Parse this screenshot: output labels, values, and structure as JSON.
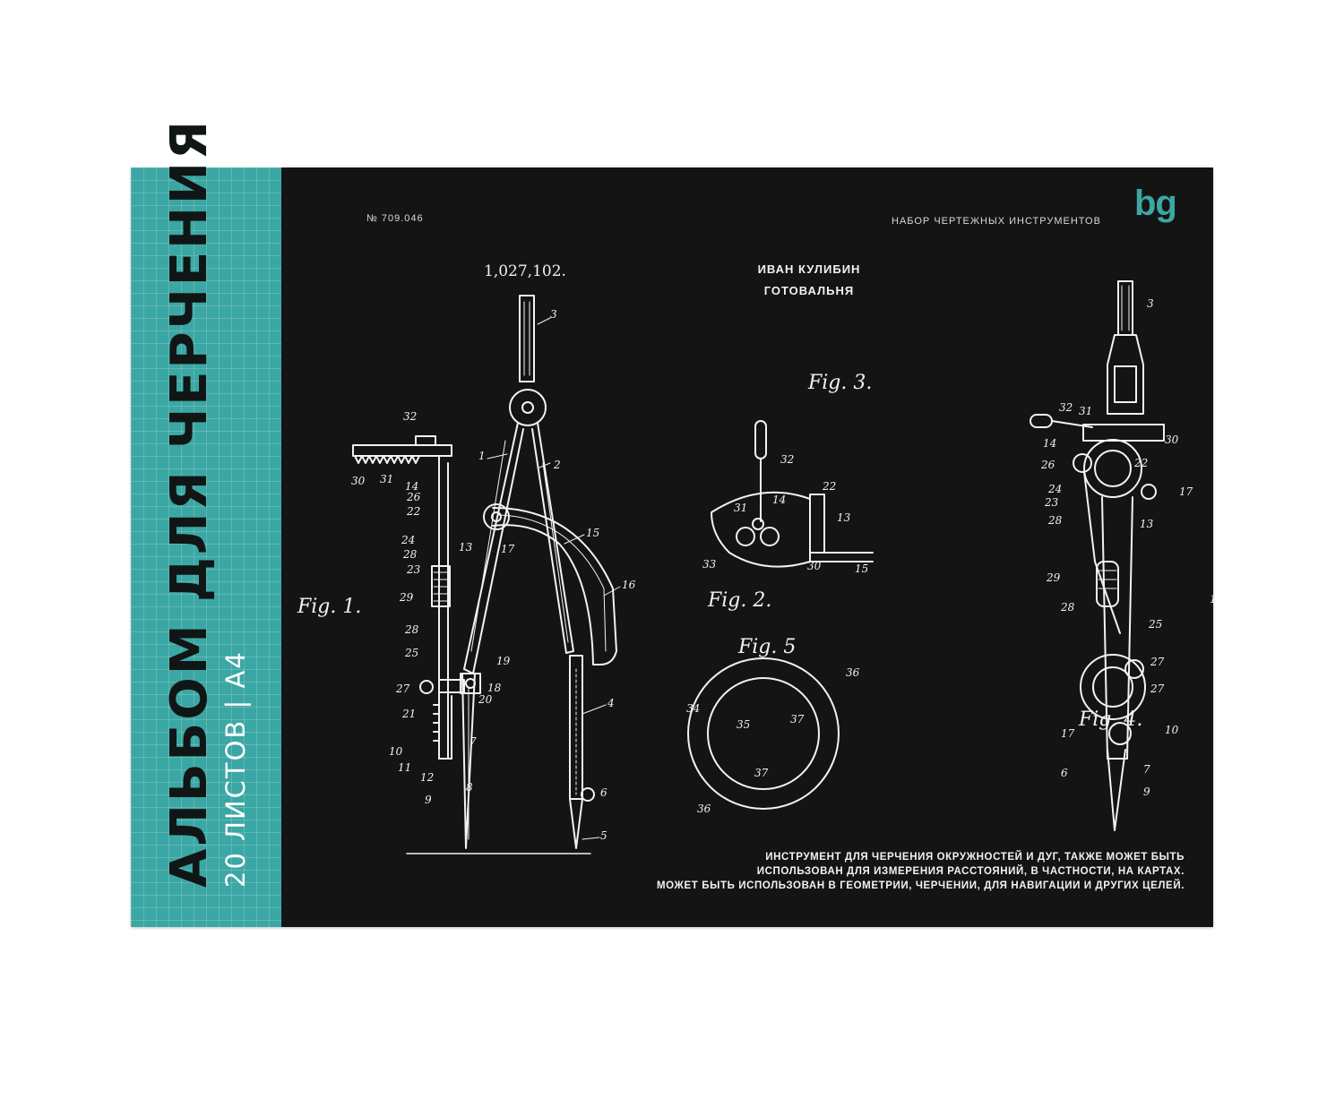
{
  "spine": {
    "title": "АЛЬБОМ ДЛЯ ЧЕРЧЕНИЯ",
    "subtitle": "20 ЛИСТОВ | А4"
  },
  "cover": {
    "article_number": "№ 709.046",
    "logo": "bg",
    "set_label": "НАБОР ЧЕРТЕЖНЫХ ИНСТРУМЕНТОВ",
    "patent_number": "1,027,102.",
    "author": "ИВАН КУЛИБИН",
    "instrument": "ГОТОВАЛЬНЯ",
    "figures": {
      "fig1": "Fig. 1.",
      "fig2": "Fig. 2.",
      "fig3": "Fig. 3.",
      "fig4": "Fig. 4.",
      "fig5": "Fig. 5"
    },
    "description": [
      "ИНСТРУМЕНТ ДЛЯ ЧЕРЧЕНИЯ ОКРУЖНОСТЕЙ И ДУГ, ТАКЖЕ МОЖЕТ БЫТЬ",
      "ИСПОЛЬЗОВАН ДЛЯ ИЗМЕРЕНИЯ РАССТОЯНИЙ, В ЧАСТНОСТИ, НА КАРТАХ.",
      "МОЖЕТ БЫТЬ ИСПОЛЬЗОВАН В ГЕОМЕТРИИ, ЧЕРЧЕНИИ, ДЛЯ НАВИГАЦИИ И ДРУГИХ ЦЕЛЕЙ."
    ]
  },
  "colors": {
    "spine": "#3ba7a4",
    "cover": "#141414",
    "ink": "#f2f2f2"
  }
}
